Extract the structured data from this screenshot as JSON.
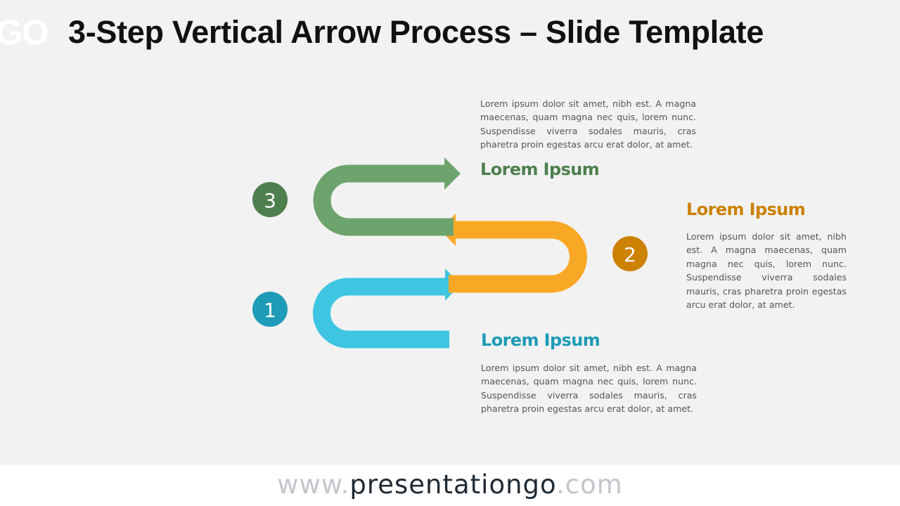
{
  "title": "3-Step Vertical Arrow Process – Slide Template",
  "logo_text": "GO",
  "colors": {
    "step1": "#3ec5e2",
    "step1_dark": "#1d9bb7",
    "step2": "#f9a825",
    "step2_dark": "#cc8100",
    "step3": "#6da46d",
    "step3_dark": "#4e7f4e"
  },
  "steps": [
    {
      "number": "1",
      "heading": "Lorem Ipsum",
      "body": "Lorem ipsum dolor sit amet, nibh est. A magna maecenas, quam magna nec quis, lorem nunc. Suspendisse viverra sodales mauris, cras pharetra proin egestas arcu erat dolor, at amet."
    },
    {
      "number": "2",
      "heading": "Lorem Ipsum",
      "body": "Lorem ipsum dolor sit amet, nibh est. A magna maecenas, quam magna nec quis, lorem nunc. Suspendisse viverra sodales mauris, cras pharetra proin egestas arcu erat dolor, at amet."
    },
    {
      "number": "3",
      "heading": "Lorem Ipsum",
      "body": "Lorem ipsum dolor sit amet, nibh est. A magna maecenas, quam magna nec quis, lorem nunc. Suspendisse viverra sodales mauris, cras pharetra proin egestas arcu erat dolor, at amet."
    }
  ],
  "footer": {
    "prefix": "www.",
    "brand": "presentationgo",
    "suffix": ".com"
  }
}
